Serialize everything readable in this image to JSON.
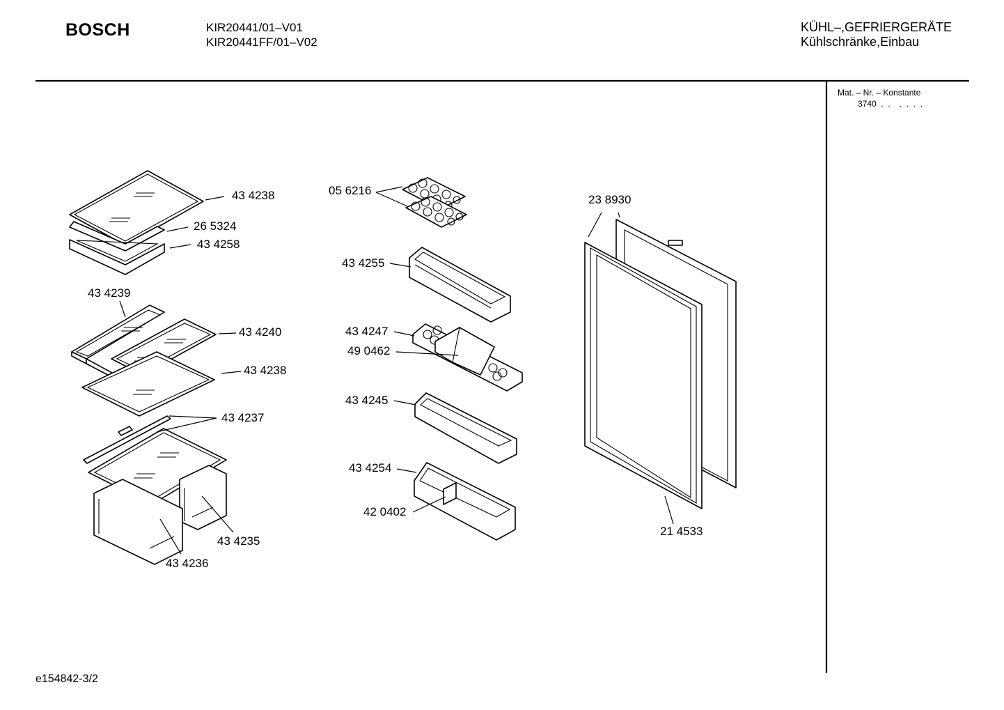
{
  "header": {
    "brand": "BOSCH",
    "models": [
      "KIR20441/01–V01",
      "KIR20441FF/01–V02"
    ],
    "category": [
      "KÜHL–,GEFRIERGERÄTE",
      "Kühlschränke,Einbau"
    ]
  },
  "sidebar": {
    "heading": "Mat. – Nr. – Konstante",
    "value": "3740  .  .    .  .  .  ."
  },
  "footer": {
    "doc_id": "e154842-3/2"
  },
  "parts": [
    "43 4238",
    "26 5324",
    "43 4258",
    "43 4239",
    "43 4240",
    "43 4238",
    "43 4237",
    "43 4235",
    "43 4236",
    "05 6216",
    "43 4255",
    "43 4247",
    "49 0462",
    "43 4245",
    "43 4254",
    "42 0402",
    "23 8930",
    "21 4533"
  ]
}
